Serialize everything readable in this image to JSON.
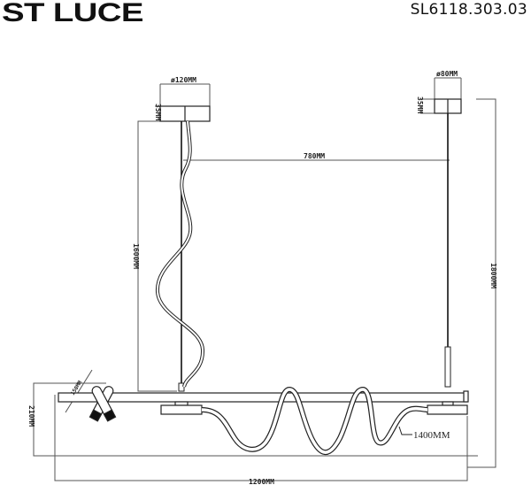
{
  "header": {
    "brand": "ST LUCE",
    "model": "SL6118.303.03"
  },
  "drawing": {
    "canopy_left": {
      "diameter_label": "ø120MM",
      "height_label": "35MM"
    },
    "canopy_right": {
      "diameter_label": "ø80MM",
      "height_label": "35MM"
    },
    "dimensions": {
      "canopy_spacing": "780MM",
      "left_height": "1600MM",
      "right_height": "1800MM",
      "fixture_height": "210MM",
      "spot_length": "150MM",
      "tube_length": "1400MM",
      "total_width": "1200MM"
    }
  },
  "colors": {
    "line": "#222222",
    "dim_line": "#555555",
    "background": "#ffffff"
  }
}
